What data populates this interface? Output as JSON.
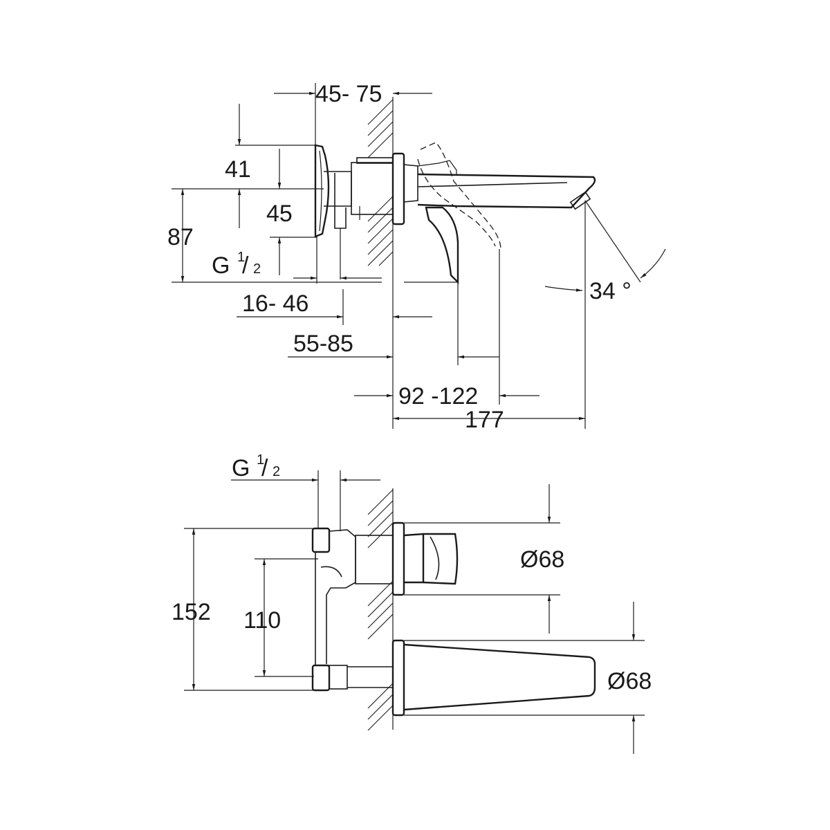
{
  "top_view": {
    "dims": {
      "wall_depth": "45- 75",
      "d41": "41",
      "d45": "45",
      "d87": "87",
      "g_label": "G",
      "g_num": "1",
      "g_den": "2",
      "d16_46": "16- 46",
      "d55_85": "55-85",
      "d92_122": "92 -122",
      "d177": "177",
      "angle": "34 °"
    }
  },
  "front_view": {
    "dims": {
      "g_label": "G",
      "g_num": "1",
      "g_den": "2",
      "d152": "152",
      "d110": "110",
      "rosette_1": "Ø68",
      "rosette_2": "Ø68"
    }
  }
}
